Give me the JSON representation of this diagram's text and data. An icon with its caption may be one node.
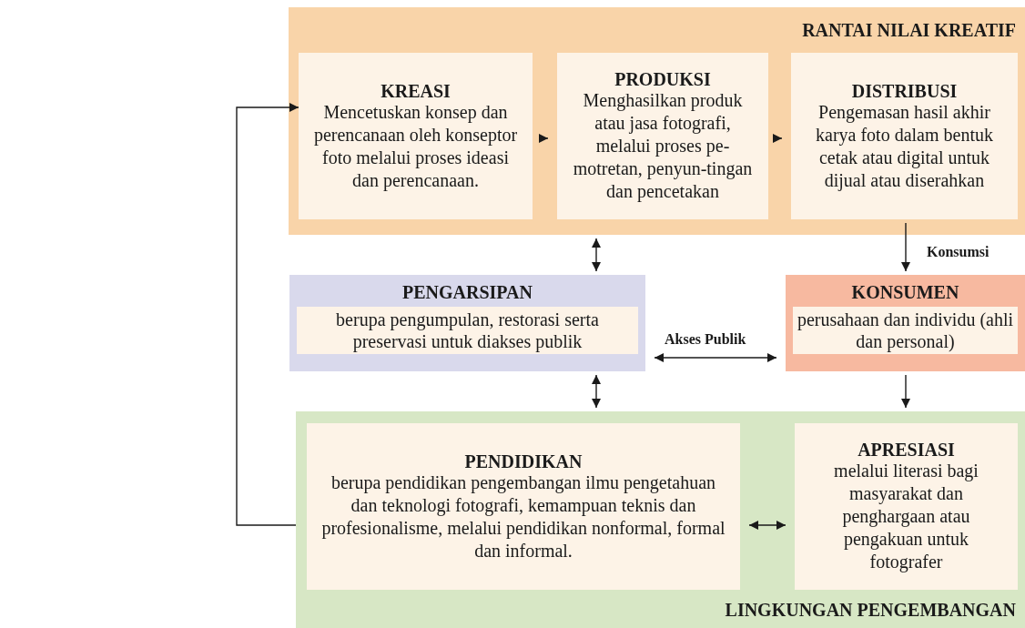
{
  "diagram": {
    "nodes": [
      {
        "text": [
          "RANTAI NILAI KREATIF"
        ]
      },
      {
        "text": [
          "KREASI",
          "Mencetuskan konsep dan perencanaan oleh konseptor foto melalui proses ideasi dan perencanaan."
        ],
        "in": 0
      },
      {
        "text": [
          "PRODUKSI",
          "Menghasilkan produk atau jasa fotografi, melalui proses pe-motretan, penyun-tingan dan pencetakan"
        ],
        "in": 0
      },
      {
        "text": [
          "DISTRIBUSI",
          "Pengemasan hasil akhir karya foto dalam bentuk cetak atau digital untuk dijual atau diserahkan"
        ],
        "in": 0
      },
      {
        "text": [
          "PENGARSIPAN",
          "berupa pengumpulan, restorasi serta preservasi untuk diakses publik"
        ]
      },
      {
        "text": [
          "KONSUMEN",
          "perusahaan dan individu (ahli dan personal)"
        ]
      },
      {
        "text": [
          "LINGKUNGAN PENGEMBANGAN"
        ]
      },
      {
        "text": [
          "PENDIDIKAN",
          "berupa pendidikan pengembangan ilmu pengetahuan dan teknologi fotografi, kemampuan teknis dan profesionalisme, melalui pendidikan nonformal, formal dan informal."
        ],
        "in": 6
      },
      {
        "text": [
          "APRESIASI",
          "melalui literasi bagi masyarakat dan penghargaan atau pengakuan untuk fotografer"
        ],
        "in": 6
      }
    ],
    "edges": [
      {
        "from": 1,
        "to": 2,
        "arrow": "to"
      },
      {
        "from": 2,
        "to": 3,
        "arrow": "to"
      },
      {
        "from": 3,
        "to": 5,
        "arrow": "to",
        "label": "Konsumsi"
      },
      {
        "from": 0,
        "to": 4,
        "arrow": "both"
      },
      {
        "from": 4,
        "to": 5,
        "arrow": "both",
        "label": "Akses Publik"
      },
      {
        "from": 4,
        "to": 6,
        "arrow": "both"
      },
      {
        "from": 5,
        "to": 6,
        "arrow": "to"
      },
      {
        "from": 7,
        "to": 8,
        "arrow": "both"
      },
      {
        "from": 6,
        "to": 1,
        "arrow": "to"
      }
    ]
  }
}
